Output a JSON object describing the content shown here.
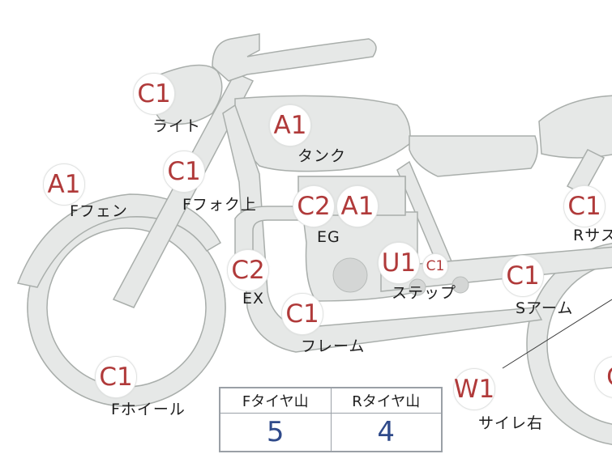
{
  "parts": [
    {
      "key": "light",
      "code": "C1",
      "label": "ライト"
    },
    {
      "key": "tank",
      "code": "A1",
      "label": "タンク"
    },
    {
      "key": "fork_upper",
      "code": "C1",
      "label": "Fフォク上"
    },
    {
      "key": "front_fender",
      "code": "A1",
      "label": "Fフェン"
    },
    {
      "key": "engine_c2",
      "code": "C2",
      "label": ""
    },
    {
      "key": "engine_a1",
      "code": "A1",
      "label": "EG"
    },
    {
      "key": "exhaust",
      "code": "C2",
      "label": "EX"
    },
    {
      "key": "step_u1",
      "code": "U1",
      "label": "ステップ"
    },
    {
      "key": "step_c1",
      "code": "C1",
      "label": ""
    },
    {
      "key": "rear_suspension",
      "code": "C1",
      "label": "Rサス"
    },
    {
      "key": "swing_arm",
      "code": "C1",
      "label": "Sアーム"
    },
    {
      "key": "frame",
      "code": "C1",
      "label": "フレーム"
    },
    {
      "key": "front_wheel",
      "code": "C1",
      "label": "Fホイール"
    },
    {
      "key": "silencer_right",
      "code": "W1",
      "label": "サイレ右"
    },
    {
      "key": "rear_cut",
      "code": "C",
      "label": ""
    }
  ],
  "tire_table": {
    "headers": [
      "Fタイヤ山",
      "Rタイヤ山"
    ],
    "values": [
      "5",
      "4"
    ]
  }
}
